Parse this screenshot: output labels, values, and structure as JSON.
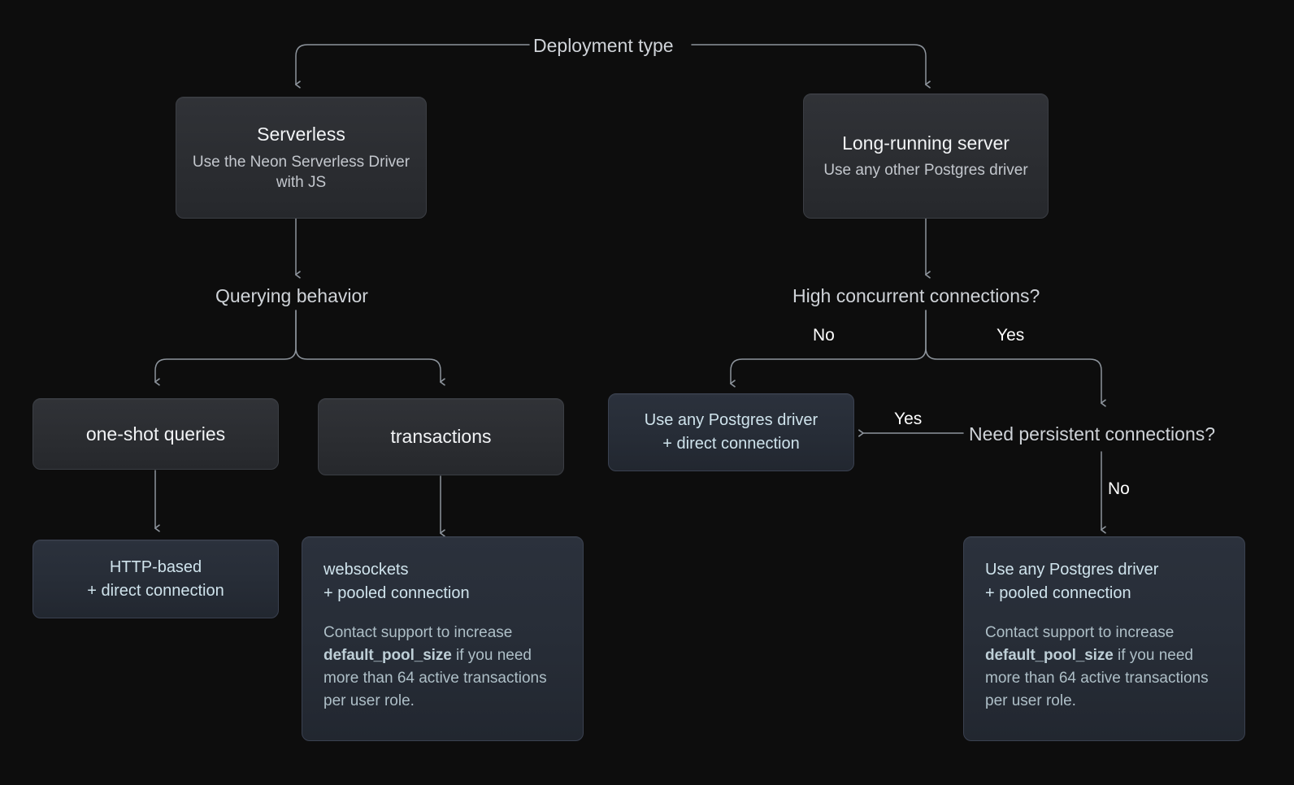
{
  "diagram": {
    "title": "Deployment type",
    "background_color": "#0d0d0d",
    "wire_color": "#8d949c",
    "accent_blue": "#cfe3ec"
  },
  "root": {
    "label": "Deployment type"
  },
  "branches": {
    "serverless": {
      "title": "Serverless",
      "subtitle": "Use the Neon Serverless Driver with JS",
      "decision": "Querying behavior",
      "options": {
        "one_shot": {
          "label": "one-shot queries",
          "result_head_line1": "HTTP-based",
          "result_head_line2": "+ direct connection"
        },
        "transactions": {
          "label": "transactions",
          "result_head_line1": "websockets",
          "result_head_line2": "+ pooled connection",
          "result_note_pre": "Contact support to increase ",
          "result_note_code": "default_pool_size",
          "result_note_post": " if you need more than 64 active transactions per user role."
        }
      }
    },
    "long_running": {
      "title": "Long-running server",
      "subtitle": "Use any other Postgres driver",
      "decision": "High concurrent connections?",
      "edge_no": "No",
      "edge_yes": "Yes",
      "no_result": {
        "head_line1": "Use any Postgres driver",
        "head_line2": "+ direct connection"
      },
      "persistent_decision": "Need persistent connections?",
      "persistent_edge_yes": "Yes",
      "persistent_edge_no": "No",
      "no_persistent_result": {
        "head_line1": "Use any Postgres driver",
        "head_line2": "+ pooled connection",
        "note_pre": "Contact support to increase ",
        "note_code": "default_pool_size",
        "note_post": " if you need more than 64 active transactions per user role."
      }
    }
  }
}
